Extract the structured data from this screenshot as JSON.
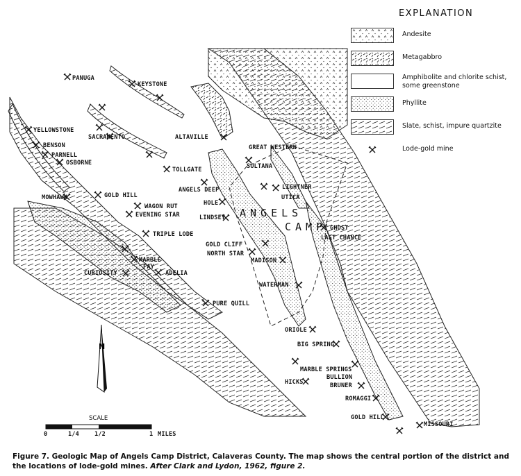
{
  "legend": {
    "title": "EXPLANATION",
    "items": [
      {
        "label": "Andesite"
      },
      {
        "label": "Metagabbro"
      },
      {
        "label": "Amphibolite and chlorite schist, some greenstone"
      },
      {
        "label": "Phyllite"
      },
      {
        "label": "Slate, schist, impure quartzite"
      },
      {
        "label": "Lode-gold mine"
      }
    ]
  },
  "town_label": "ANGELS CAMP",
  "town_words": [
    "ANGELS",
    "CAMP"
  ],
  "mines": [
    "PANUGA",
    "KEYSTONE",
    "YELLOWSTONE",
    "BENSON",
    "PARNELL",
    "OSBORNE",
    "SACRAMENTO",
    "ALTAVILLE",
    "GREAT WESTERN",
    "TOLLGATE",
    "SULTANA",
    "ANGELS DEEP",
    "LIGHTNER",
    "UTICA",
    "HOLE",
    "MOWHAWK",
    "GOLD HILL",
    "WAGON RUT",
    "EVENING STAR",
    "LINDSEY",
    "GHOST",
    "LAST CHANCE",
    "TRIPLE LODE",
    "GOLD CLIFF",
    "NORTH STAR",
    "MADISON",
    "MARBLE",
    "FAY",
    "CURIOSITY",
    "ADELIA",
    "WATERMAN",
    "PURE QUILL",
    "ORIOLE",
    "BIG SPRING",
    "MARBLE SPRINGS",
    "BULLION",
    "HICKS",
    "BRUNER",
    "ROMAGGI",
    "GOLD HILL",
    "MISSOURI"
  ],
  "north_label": "N",
  "scale": {
    "title": "SCALE",
    "ticks": [
      "0",
      "1/4",
      "1/2",
      "1"
    ],
    "unit": "MILES"
  },
  "caption": {
    "main": "Figure 7.   Geologic Map of Angels Camp District, Calaveras County. The map shows the central portion of the district and the locations of lode-gold mines.",
    "source": "After Clark and Lydon, 1962, figure 2."
  }
}
